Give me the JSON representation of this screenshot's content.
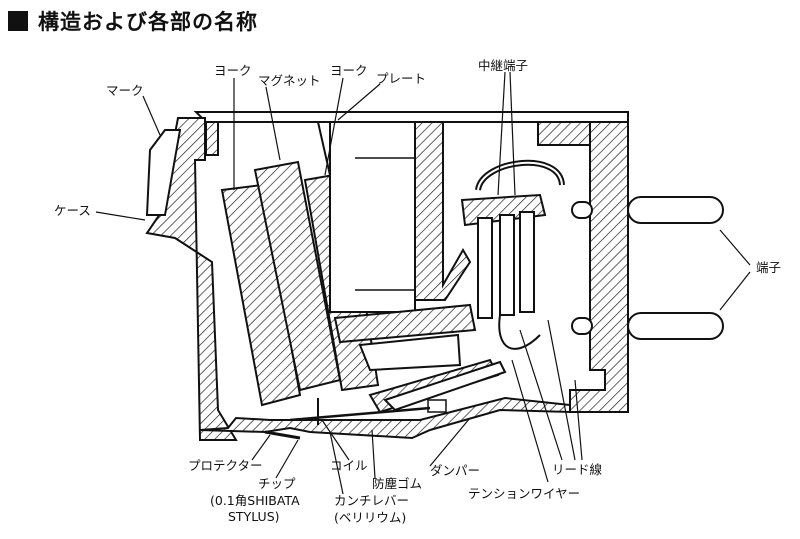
{
  "title": "構造および各部の名称",
  "labels": {
    "mark": "マーク",
    "yoke1": "ヨーク",
    "magnet": "マグネット",
    "yoke2": "ヨーク",
    "plate": "プレート",
    "relay_terminal": "中継端子",
    "case": "ケース",
    "terminal": "端子",
    "protector": "プロテクター",
    "tip": "チップ",
    "tip_detail1": "(0.1角SHIBATA",
    "tip_detail2": "STYLUS)",
    "coil": "コイル",
    "damping_rubber": "防塵ゴム",
    "damper": "ダンパー",
    "lead_wire": "リード線",
    "cantilever": "カンチレバー",
    "cantilever_detail": "(ベリリウム)",
    "tension_wire": "テンションワイヤー"
  }
}
